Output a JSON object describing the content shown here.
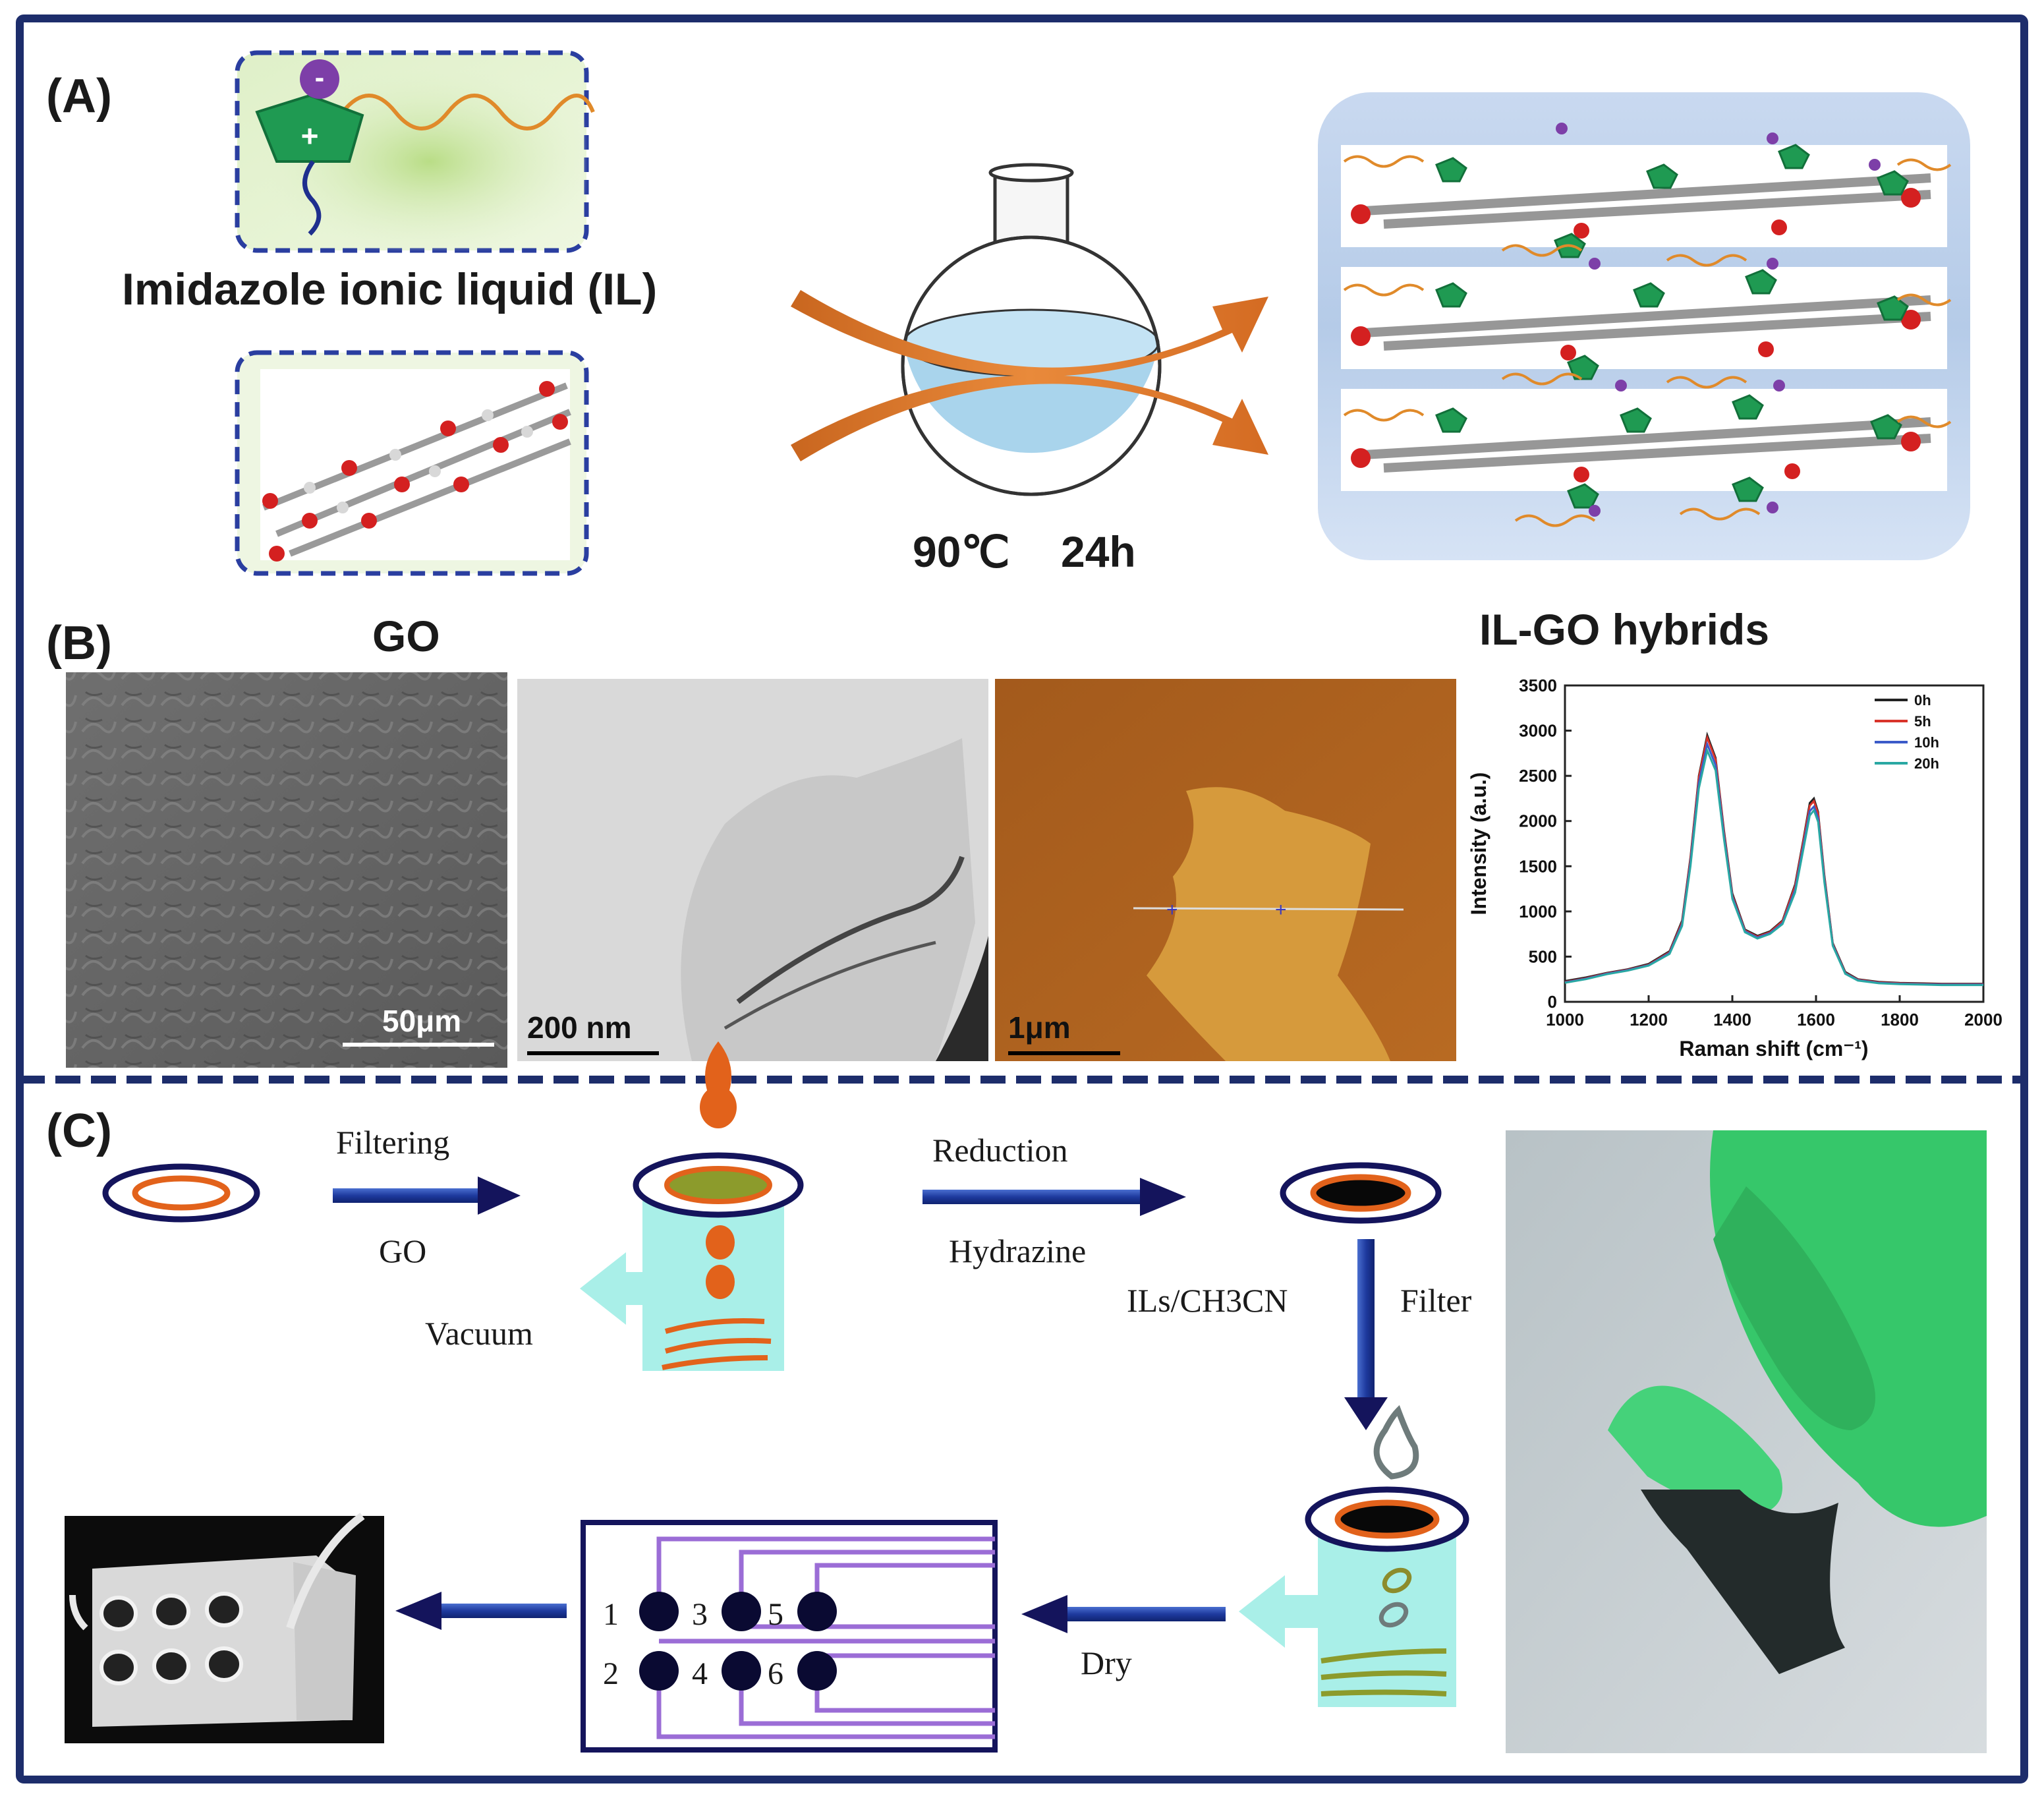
{
  "panel_a": {
    "label": "(A)",
    "il_caption": "Imidazole ionic liquid (IL)",
    "minus_sign": "-",
    "plus_sign": "+",
    "condition_temp": "90℃",
    "condition_time": "24h"
  },
  "panel_b": {
    "label": "(B)",
    "go_title": "GO",
    "hybrid_title": "IL-GO hybrids",
    "sem_scale": "50μm",
    "tem_scale": "200 nm",
    "afm_scale": "1μm"
  },
  "panel_c": {
    "label": "(C)",
    "step1_top": "Filtering",
    "step1_bottom": "GO",
    "vacuum": "Vacuum",
    "step2_top": "Reduction",
    "step2_bottom": "Hydrazine",
    "step3_left": "ILs/CH3CN",
    "step3_right": "Filter",
    "step4": "Dry",
    "electrode_numbers": [
      "1",
      "2",
      "3",
      "4",
      "5",
      "6"
    ]
  },
  "chart_data": {
    "type": "line",
    "title": "",
    "xlabel": "Raman shift (cm⁻¹)",
    "ylabel": "Intensity (a.u.)",
    "xlim": [
      1000,
      2000
    ],
    "ylim": [
      0,
      3500
    ],
    "xticks": [
      1000,
      1200,
      1400,
      1600,
      1800,
      2000
    ],
    "yticks": [
      0,
      500,
      1000,
      1500,
      2000,
      2500,
      3000,
      3500
    ],
    "legend_position": "top-right",
    "x": [
      1000,
      1050,
      1100,
      1150,
      1200,
      1250,
      1280,
      1300,
      1320,
      1340,
      1360,
      1380,
      1400,
      1430,
      1460,
      1490,
      1520,
      1550,
      1570,
      1585,
      1595,
      1605,
      1620,
      1640,
      1670,
      1700,
      1750,
      1800,
      1850,
      1900,
      1950,
      2000
    ],
    "series": [
      {
        "name": "0h",
        "color": "#222222",
        "values": [
          230,
          270,
          320,
          360,
          420,
          560,
          900,
          1600,
          2500,
          2950,
          2700,
          1900,
          1200,
          800,
          730,
          780,
          900,
          1300,
          1800,
          2200,
          2250,
          2100,
          1400,
          650,
          330,
          250,
          220,
          210,
          205,
          200,
          200,
          200
        ]
      },
      {
        "name": "5h",
        "color": "#d9342b",
        "values": [
          220,
          260,
          315,
          355,
          410,
          550,
          880,
          1580,
          2480,
          2920,
          2680,
          1880,
          1180,
          790,
          720,
          770,
          890,
          1280,
          1780,
          2170,
          2220,
          2080,
          1380,
          640,
          320,
          245,
          215,
          205,
          200,
          195,
          195,
          195
        ]
      },
      {
        "name": "10h",
        "color": "#3b5bc9",
        "values": [
          215,
          255,
          310,
          350,
          405,
          540,
          860,
          1540,
          2420,
          2850,
          2620,
          1840,
          1160,
          780,
          710,
          760,
          870,
          1240,
          1730,
          2110,
          2160,
          2030,
          1350,
          630,
          315,
          240,
          210,
          200,
          195,
          190,
          190,
          190
        ]
      },
      {
        "name": "20h",
        "color": "#2aa8a3",
        "values": [
          210,
          250,
          305,
          345,
          400,
          530,
          840,
          1500,
          2360,
          2780,
          2560,
          1800,
          1140,
          770,
          700,
          750,
          860,
          1210,
          1690,
          2060,
          2120,
          1990,
          1320,
          620,
          310,
          235,
          205,
          195,
          190,
          185,
          185,
          185
        ]
      }
    ]
  }
}
